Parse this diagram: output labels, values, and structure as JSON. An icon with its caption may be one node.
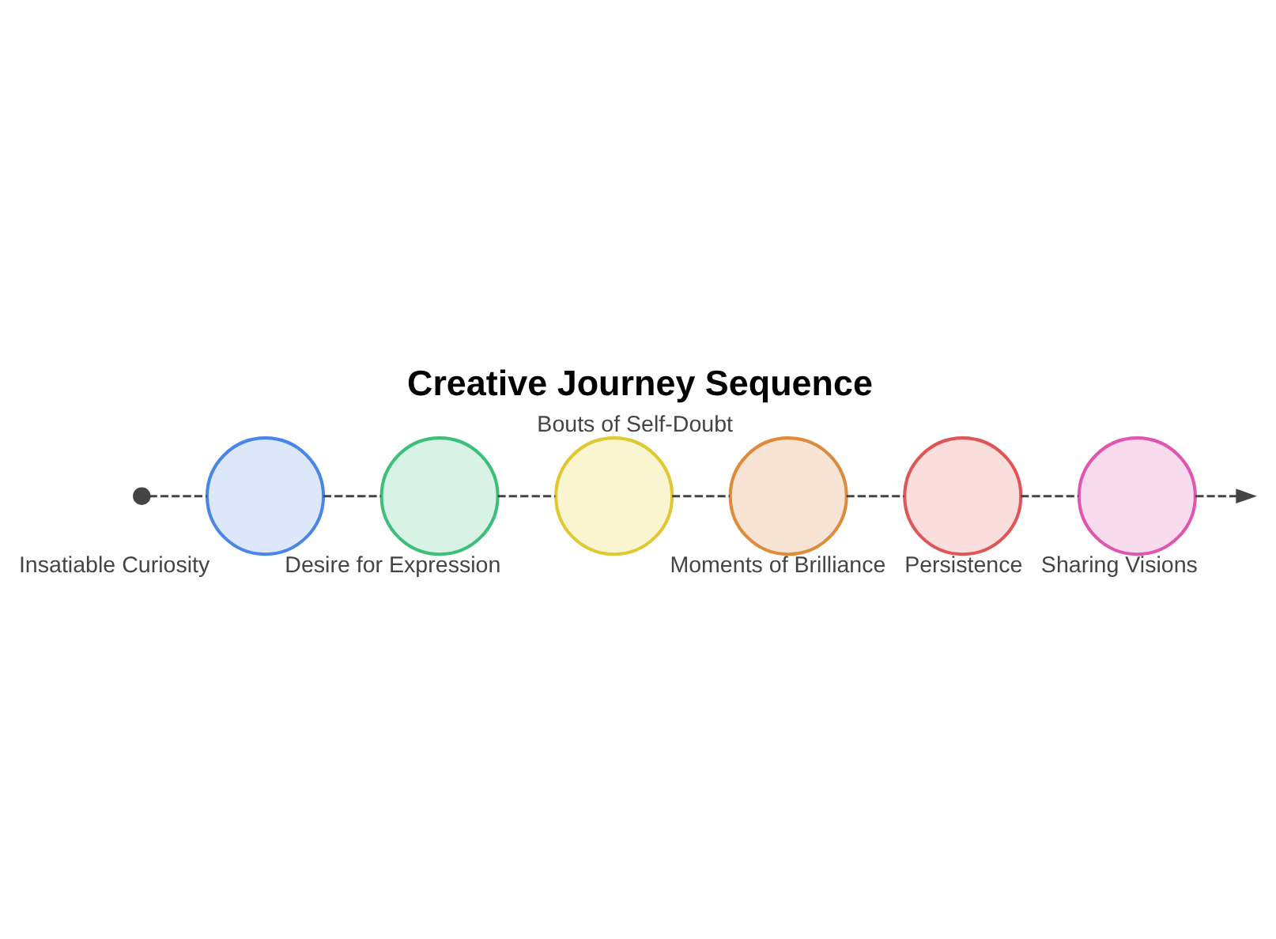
{
  "diagram": {
    "title": "Creative Journey Sequence",
    "nodes": [
      {
        "text": [],
        "shape": "circle"
      },
      {
        "text": [],
        "shape": "circle",
        "beside": [
          "Insatiable Curiosity"
        ]
      },
      {
        "text": [],
        "shape": "circle",
        "beside": [
          "Desire for Expression"
        ]
      },
      {
        "text": [],
        "shape": "circle",
        "beside": [
          "Moments of Brilliance"
        ]
      },
      {
        "text": [],
        "shape": "circle",
        "beside": [
          "Bouts of Self-Doubt"
        ]
      },
      {
        "text": [],
        "shape": "circle",
        "beside": [
          "Persistence"
        ]
      },
      {
        "text": [],
        "shape": "circle",
        "beside": [
          "Sharing Visions"
        ]
      }
    ],
    "edges": [
      {
        "from": 0,
        "to": 1,
        "arrow": "none",
        "style": "dashed"
      },
      {
        "from": 1,
        "to": 2,
        "arrow": "none",
        "style": "dashed"
      },
      {
        "from": 2,
        "to": 3,
        "arrow": "none",
        "style": "dashed"
      },
      {
        "from": 3,
        "to": 4,
        "arrow": "none",
        "style": "dashed"
      },
      {
        "from": 4,
        "to": 5,
        "arrow": "none",
        "style": "dashed"
      },
      {
        "from": 5,
        "to": 6,
        "arrow": "none",
        "style": "dashed"
      },
      {
        "from": 6,
        "to": null,
        "arrow": "to",
        "style": "dashed"
      }
    ]
  }
}
